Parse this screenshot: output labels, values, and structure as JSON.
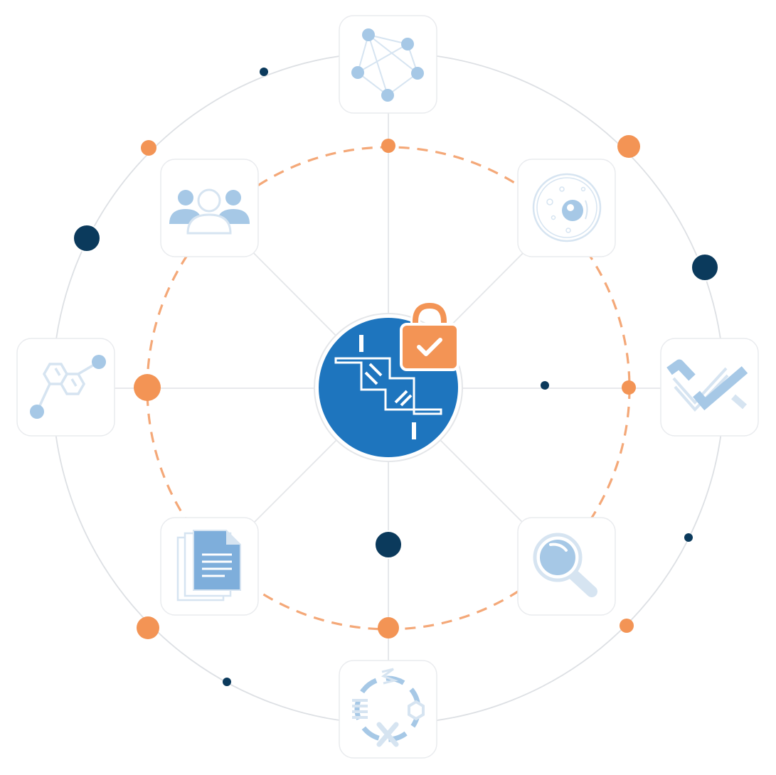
{
  "colors": {
    "orange": "#f39455",
    "orange_dash": "#f4a878",
    "navy": "#0b3a5c",
    "blue": "#1e75be",
    "light_blue": "#a6c8e6",
    "pale_blue": "#d6e4f1",
    "ring_gray": "#dde0e4",
    "spoke_gray": "#e4e6e9",
    "white": "#ffffff"
  },
  "hub": {
    "icon": "connected-puzzle-pieces-icon",
    "badge_icon": "padlock-checkmark-icon"
  },
  "nodes": [
    {
      "id": "network",
      "icon": "network-graph-icon"
    },
    {
      "id": "cell",
      "icon": "biological-cell-icon"
    },
    {
      "id": "validation",
      "icon": "double-checkmark-icon"
    },
    {
      "id": "search",
      "icon": "magnifying-glass-icon"
    },
    {
      "id": "cycle",
      "icon": "molecular-cycle-icon"
    },
    {
      "id": "documents",
      "icon": "stacked-documents-icon"
    },
    {
      "id": "molecule",
      "icon": "chemical-structure-icon"
    },
    {
      "id": "users",
      "icon": "user-group-icon"
    }
  ]
}
